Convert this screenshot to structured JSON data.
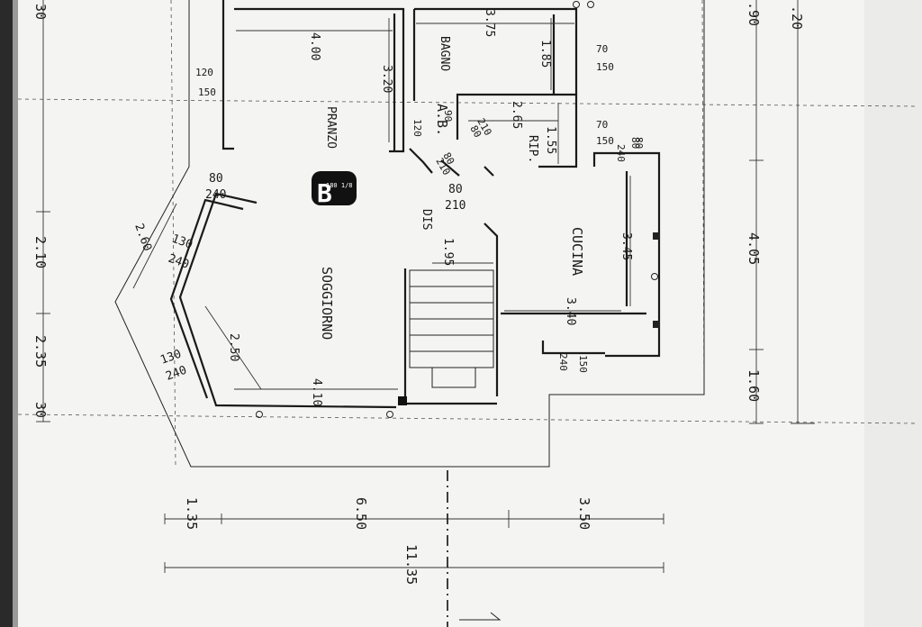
{
  "rooms": {
    "pranzo": "PRANZO",
    "bagno": "BAGNO",
    "ab": "A.B.",
    "rip": "RIP.",
    "dis": "DIS",
    "cucina": "CUCINA",
    "soggiorno": "SOGGIORNO"
  },
  "logo": {
    "letter": "B",
    "text": "180 1/8"
  },
  "dims": {
    "top_left": "30",
    "top_right_1": ".90",
    "top_right_2": ".20",
    "pranzo_w": "4.00",
    "bagno_w": "3.75",
    "pranzo_h": "3.20",
    "bagno_h": "1.85",
    "rip_w": "2.65",
    "rip_h": "1.55",
    "win_pranzo_a": "120",
    "win_pranzo_b": "150",
    "win_bagno_a": "70",
    "win_bagno_b": "150",
    "win_rip_a": "70",
    "win_rip_b": "150",
    "door_ab_a": "90",
    "door_ab_b": "120",
    "door_rip_a": "80",
    "door_rip_b": "210",
    "door_ab2_a": "80",
    "door_ab2_b": "210",
    "door_rip2": "80",
    "door_soggiorno_a": "80",
    "door_soggiorno_b": "240",
    "door_dis_a": "80",
    "door_dis_b": "210",
    "bay_1": "2.60",
    "win_bay_1a": "130",
    "win_bay_1b": "240",
    "bay_2": "2.50",
    "win_bay_2a": "130",
    "win_bay_2b": "240",
    "cucina_h": "3.45",
    "cucina_w": "3.40",
    "cucina_win_a": "240",
    "cucina_win_b": "80",
    "stair_w": "1.95",
    "soggiorno_w": "4.10",
    "win_kitchen_a": "150",
    "win_kitchen_b": "240",
    "left_mid": "2.10",
    "left_bot": "2.35",
    "left_bot2": "30",
    "right_mid": "4.05",
    "right_bot": "1.60",
    "bot_1": "1.35",
    "bot_2": "6.50",
    "bot_3": "3.50",
    "bot_total": "11.35"
  }
}
